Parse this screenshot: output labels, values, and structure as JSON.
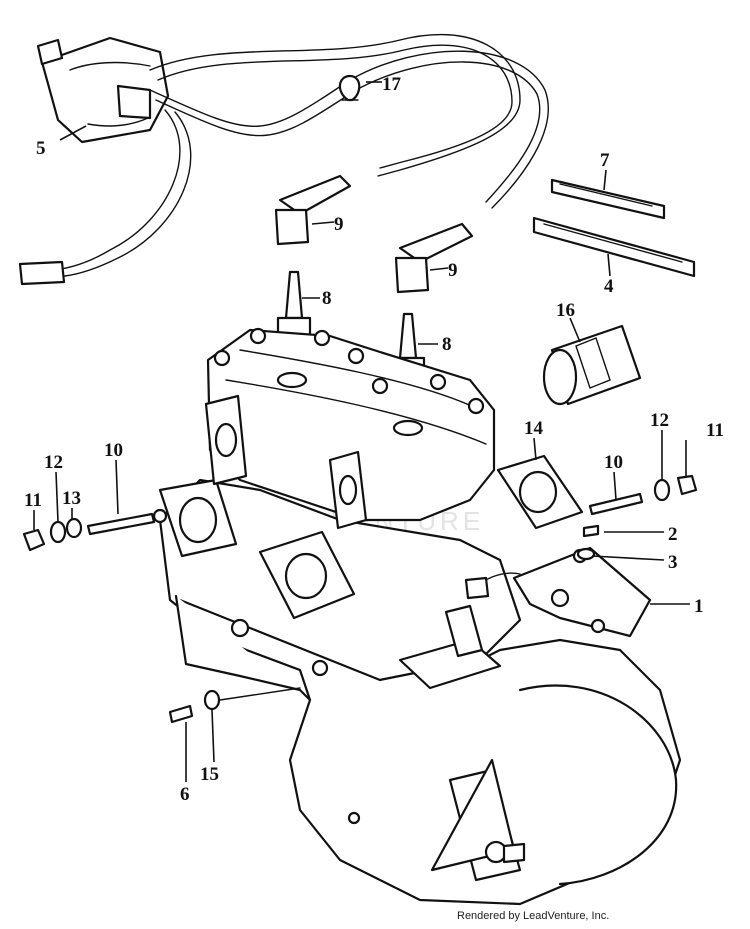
{
  "callouts": {
    "c1": "1",
    "c2": "2",
    "c3": "3",
    "c4": "4",
    "c5": "5",
    "c6": "6",
    "c7": "7",
    "c8a": "8",
    "c8b": "8",
    "c9a": "9",
    "c9b": "9",
    "c10a": "10",
    "c10b": "10",
    "c11a": "11",
    "c11b": "11",
    "c12a": "12",
    "c12b": "12",
    "c13": "13",
    "c14": "14",
    "c15": "15",
    "c16": "16",
    "c17": "17"
  },
  "watermark": {
    "text": "LEADVENTURE"
  },
  "footer": {
    "text": "Rendered by LeadVenture, Inc."
  },
  "colors": {
    "ink": "#111111",
    "paper": "#ffffff",
    "watermark": "#e3e3e3"
  }
}
